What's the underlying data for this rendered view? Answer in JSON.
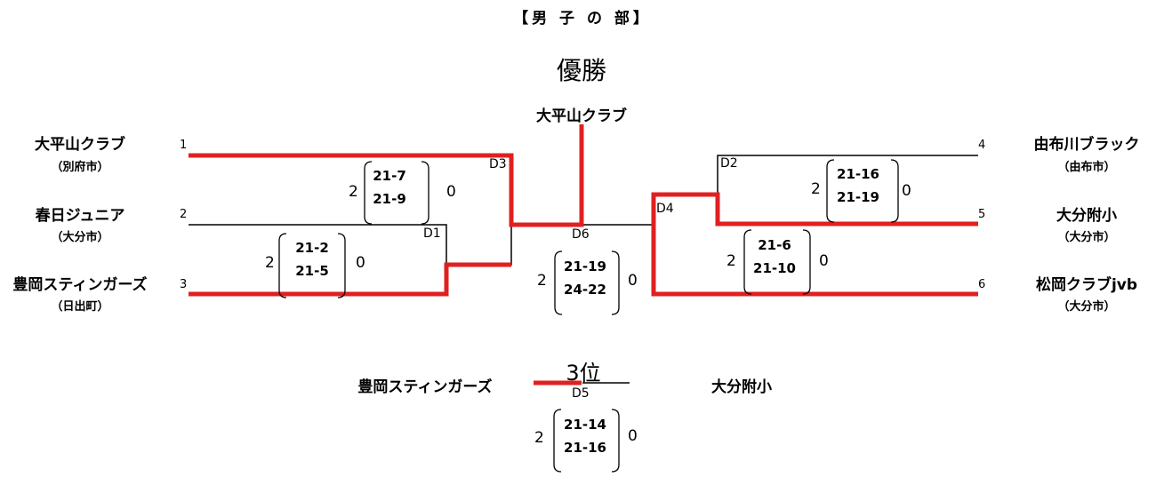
{
  "title": "【男 子 の 部】",
  "champion_heading": "優勝",
  "champion": "大平山クラブ",
  "third_heading": "3位",
  "line_colors": {
    "normal": "#000000",
    "win": "#e02020"
  },
  "teams": [
    {
      "seed": "1",
      "name": "大平山クラブ",
      "city": "（別府市）"
    },
    {
      "seed": "2",
      "name": "春日ジュニア",
      "city": "（大分市）"
    },
    {
      "seed": "3",
      "name": "豊岡スティンガーズ",
      "city": "（日出町）"
    },
    {
      "seed": "4",
      "name": "由布川ブラック",
      "city": "（由布市）"
    },
    {
      "seed": "5",
      "name": "大分附小",
      "city": "（大分市）"
    },
    {
      "seed": "6",
      "name": "松岡クラブjvb",
      "city": "（大分市）"
    }
  ],
  "matches": [
    {
      "id": "D1",
      "left_total": "2",
      "right_total": "0",
      "sets": [
        "21-2",
        "21-5"
      ]
    },
    {
      "id": "D2",
      "left_total": "2",
      "right_total": "0",
      "sets": [
        "21-16",
        "21-19"
      ]
    },
    {
      "id": "D3",
      "left_total": "2",
      "right_total": "0",
      "sets": [
        "21-7",
        "21-9"
      ]
    },
    {
      "id": "D4",
      "left_total": "2",
      "right_total": "0",
      "sets": [
        "21-6",
        "21-10"
      ]
    },
    {
      "id": "D6",
      "left_total": "2",
      "right_total": "0",
      "sets": [
        "21-19",
        "24-22"
      ]
    },
    {
      "id": "D5",
      "left_total": "2",
      "right_total": "0",
      "sets": [
        "21-14",
        "21-16"
      ]
    }
  ],
  "third_place": {
    "left": "豊岡スティンガーズ",
    "right": "大分附小"
  }
}
